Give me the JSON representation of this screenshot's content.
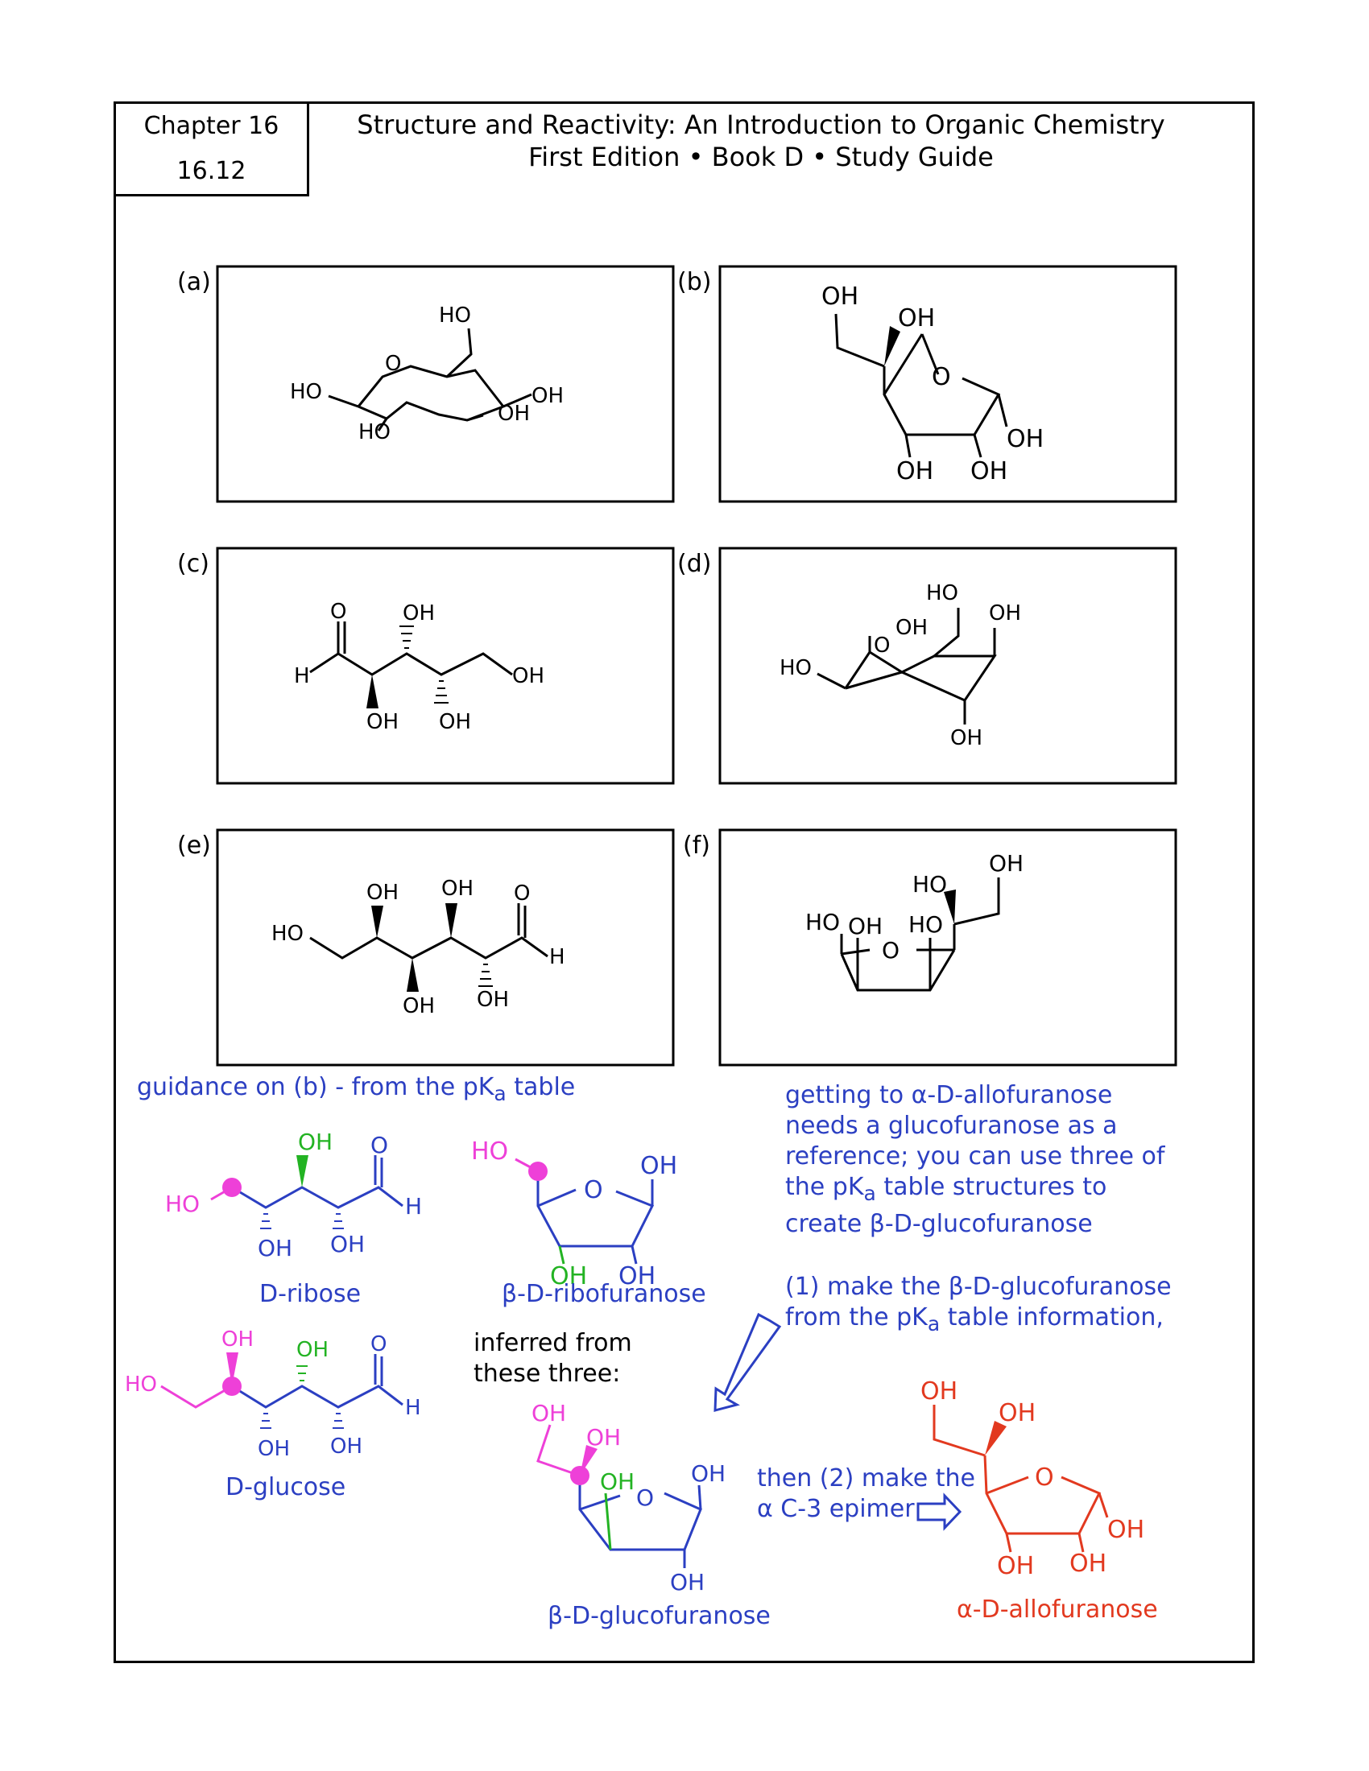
{
  "header": {
    "chapter": "Chapter 16",
    "section": "16.12",
    "title_line1": "Structure and Reactivity: An Introduction to Organic Chemistry",
    "title_line2": "First Edition • Book D • Study Guide"
  },
  "panels": [
    {
      "label": "(a)"
    },
    {
      "label": "(b)"
    },
    {
      "label": "(c)"
    },
    {
      "label": "(d)"
    },
    {
      "label": "(e)"
    },
    {
      "label": "(f)"
    }
  ],
  "atoms": {
    "OH": "OH",
    "HO": "HO",
    "O": "O",
    "H": "H"
  },
  "guidance": {
    "title_pre": "guidance on (b) - from the pK",
    "title_sub": "a",
    "title_post": " table",
    "right_note": [
      "getting to α-D-allofuranose",
      "needs a glucofuranose as a",
      "reference; you can use three of",
      "the pK",
      "a",
      " table structures to",
      "create β-D-glucofuranose"
    ],
    "step1_line1": "(1) make the β-D-glucofuranose",
    "step1_line2_pre": "from the pK",
    "step1_line2_sub": "a",
    "step1_line2_post": " table information,",
    "inferred_line1": "inferred from",
    "inferred_line2": "these three:",
    "step2_line1": "then (2) make the",
    "step2_line2": "α  C-3 epimer"
  },
  "names": {
    "ribose": "D-ribose",
    "ribofuranose": "β-D-ribofuranose",
    "glucose": "D-glucose",
    "glucofuranose": "β-D-glucofuranose",
    "allofuranose": "α-D-allofuranose"
  },
  "colors": {
    "blue": "#2b3fc2",
    "magenta": "#ee40d8",
    "green": "#23b323",
    "red": "#e2391f",
    "black": "#000000"
  }
}
